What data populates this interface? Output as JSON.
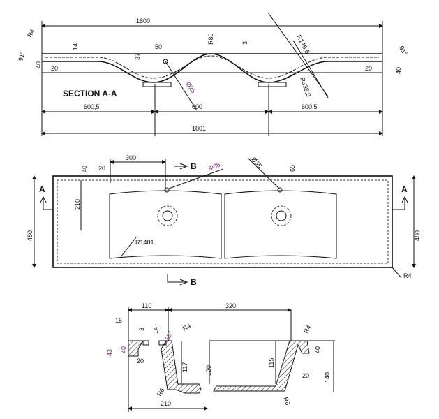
{
  "section_aa": {
    "title": "SECTION A-A",
    "dims": {
      "overall_top": "1800",
      "overall_bottom": "1801",
      "left_span": "600,5",
      "mid_span": "600",
      "right_span": "600,5",
      "r4": "R4",
      "angle_left": "91°",
      "angle_right": "91°",
      "t14": "14",
      "d37": "37",
      "d50": "50",
      "r80": "R80",
      "t3": "3",
      "r145": "R145,5",
      "r335": "R335,9",
      "dia25": "Ø25",
      "h40_left": "40",
      "h40_right": "40",
      "w20_left": "20",
      "w20_right": "20"
    }
  },
  "plan_view": {
    "dims": {
      "d300": "300",
      "d40": "40",
      "d20": "20",
      "d210": "210",
      "dia35_left": "Φ35",
      "dia35_right": "Ø35",
      "d65": "65",
      "h480_left": "480",
      "h480_right": "480",
      "r1401": "R1401",
      "r4": "R4"
    },
    "section_marks": {
      "a_left": "A",
      "a_right": "A",
      "b_top": "B",
      "b_bottom": "B"
    }
  },
  "section_bb": {
    "dims": {
      "d110": "110",
      "d320": "320",
      "d210": "210",
      "d15": "15",
      "d3": "3",
      "d14": "14",
      "angle": "65°",
      "r4_left": "R4",
      "r4_right": "R4",
      "d43": "43",
      "d40_left": "40",
      "d20_left": "20",
      "d117": "117",
      "r6_left": "R6",
      "d120": "120",
      "d115": "115",
      "d40_right": "40",
      "d20_right": "20",
      "d140": "140",
      "r6_right": "R6"
    }
  }
}
